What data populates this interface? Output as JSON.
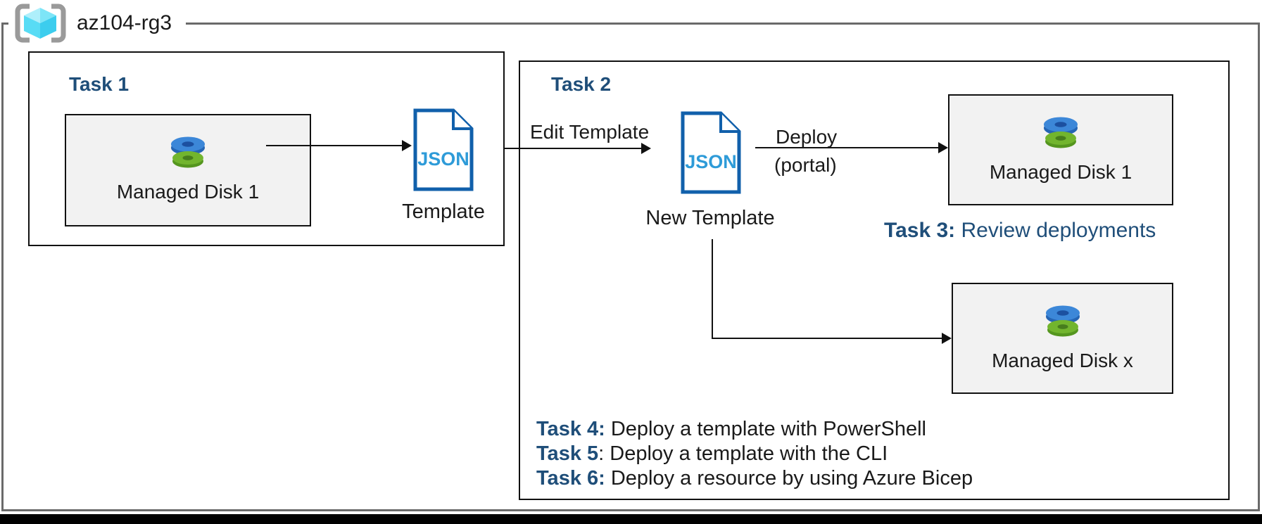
{
  "resource_group": {
    "name": "az104-rg3",
    "icon": "resource-group-cube-icon"
  },
  "task1": {
    "title": "Task 1",
    "disk_box": {
      "label": "Managed Disk 1",
      "icon": "managed-disk-icon"
    },
    "template": {
      "icon_text": "JSON",
      "caption": "Template",
      "icon": "json-file-icon"
    }
  },
  "task2": {
    "title": "Task 2",
    "edit_arrow_label": "Edit Template",
    "new_template": {
      "icon_text": "JSON",
      "caption": "New Template",
      "icon": "json-file-icon"
    },
    "deploy_label_line1": "Deploy",
    "deploy_label_line2": "(portal)",
    "disk1_box": {
      "label": "Managed Disk 1",
      "icon": "managed-disk-icon"
    },
    "diskx_box": {
      "label": "Managed Disk x",
      "icon": "managed-disk-icon"
    },
    "task3": {
      "bold": "Task 3:",
      "rest": " Review deployments"
    },
    "tasks_list": [
      {
        "bold": "Task 4:",
        "rest": " Deploy a template with PowerShell"
      },
      {
        "bold": "Task 5",
        "rest": ": Deploy a template with the CLI"
      },
      {
        "bold": "Task 6:",
        "rest": " Deploy a resource by using Azure Bicep"
      }
    ]
  },
  "colors": {
    "heading_navy": "#1f4e79",
    "json_doc_border": "#1160ab",
    "json_doc_text": "#2e9bd8",
    "box_fill_gray": "#f2f2f2",
    "box_border_black": "#111111",
    "outer_border_gray": "#6a6a6a",
    "disk_blue": "#3c87d8",
    "disk_green": "#72b52e",
    "cube_cyan": "#58dcf5",
    "bracket_gray": "#9a9a9a",
    "bottom_bar_black": "#000000"
  }
}
